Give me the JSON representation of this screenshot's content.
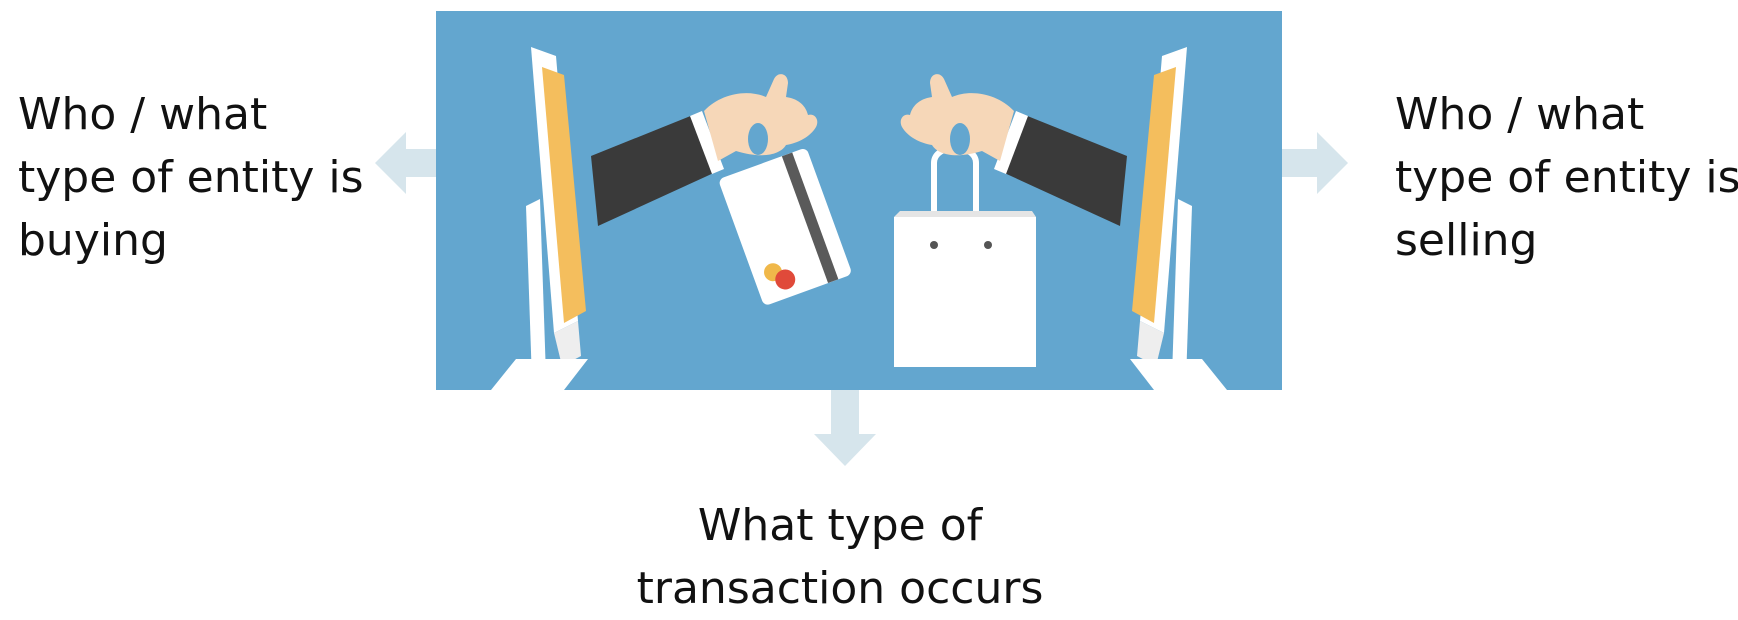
{
  "labels": {
    "buyer": [
      "Who / what",
      "type of entity is",
      "buying"
    ],
    "seller": [
      "Who / what",
      "type of entity is",
      "selling"
    ],
    "transaction": [
      "What type of",
      "transaction occurs"
    ]
  },
  "colors": {
    "background": "#ffffff",
    "illustration_bg": "#63a6cf",
    "arrow": "#d6e5ec",
    "text": "#111111",
    "screen": "#f4be5d",
    "monitor": "#ffffff",
    "sleeve": "#3a3a3a",
    "hand": "#f6d7b8",
    "card_stripe": "#5a5a5a",
    "card_dot_red": "#e04a3a",
    "card_dot_yellow": "#f0b84a"
  },
  "icons": [
    "computer-monitor-icon",
    "hand-holding-credit-card-icon",
    "hand-holding-shopping-bag-icon"
  ]
}
